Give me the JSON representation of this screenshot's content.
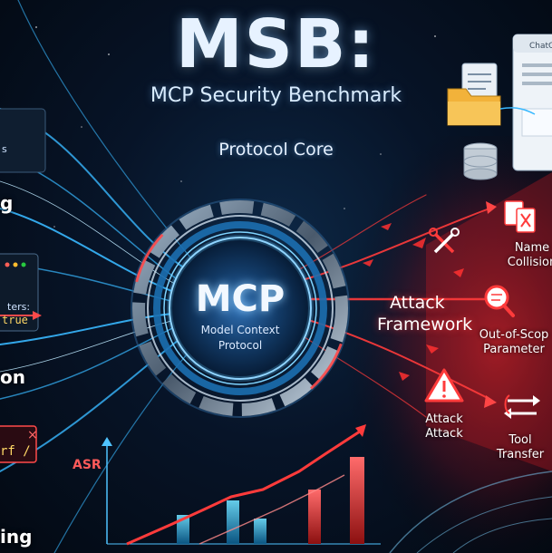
{
  "title": "MSB:",
  "subtitle": "MCP Security Benchmark",
  "core_label": "Protocol Core",
  "center": {
    "acronym": "MCP",
    "line1": "Model Context",
    "line2": "Protocol"
  },
  "attack_framework": {
    "line1": "Attack",
    "line2": "Framework"
  },
  "attack_types": [
    {
      "icon": "file-conflict-icon",
      "line1": "Name",
      "line2": "Collision"
    },
    {
      "icon": "magnifier-icon",
      "line1": "Out-of-Scop",
      "line2": "Parameter"
    },
    {
      "icon": "warning-icon",
      "line1": "Attack",
      "line2": "Attack"
    },
    {
      "icon": "swap-arrows-icon",
      "line1": "Tool",
      "line2": "Transfer"
    }
  ],
  "left_fragments": {
    "top_small": "s",
    "g_frag": "g",
    "param_frag": "ters:",
    "true_frag": "true",
    "on_frag": "on",
    "close_x": "×",
    "rf_frag": "rf /",
    "ing_frag": "ing"
  },
  "app_window_label": "ChatGP",
  "chart_label": "ASR",
  "colors": {
    "attack_red": "#ff3b3b",
    "protocol_blue": "#4fc3ff",
    "background": "#050d1c"
  }
}
